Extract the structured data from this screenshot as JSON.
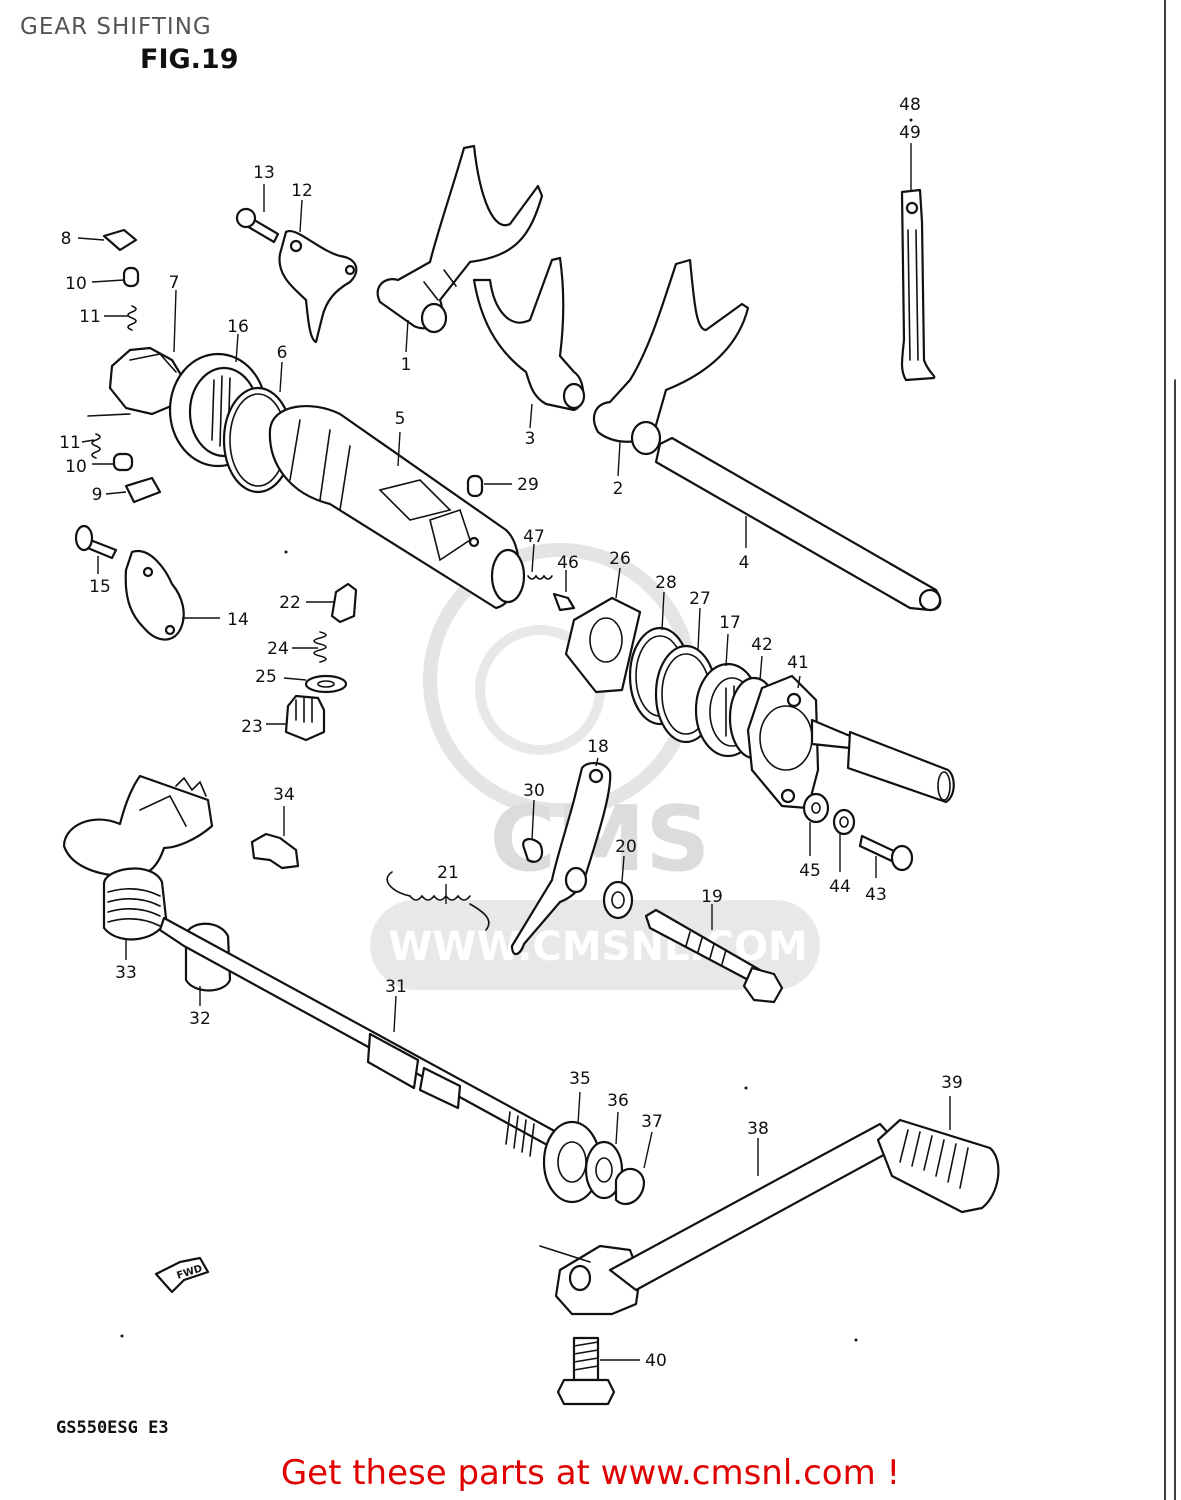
{
  "header": {
    "title": "GEAR SHIFTING",
    "figure": "FIG.19"
  },
  "model_code": "GS550ESG E3",
  "fwd_label": "FWD",
  "watermark": {
    "brand": "CMS",
    "url": "WWW.CMSNL.COM"
  },
  "footer": {
    "cta": "Get these parts at www.cmsnl.com !"
  },
  "callouts": {
    "c1": "1",
    "c2": "2",
    "c3": "3",
    "c4": "4",
    "c5": "5",
    "c6": "6",
    "c7": "7",
    "c8": "8",
    "c9": "9",
    "c10a": "10",
    "c10b": "10",
    "c11a": "11",
    "c11b": "11",
    "c12": "12",
    "c13": "13",
    "c14": "14",
    "c15": "15",
    "c16": "16",
    "c17": "17",
    "c18": "18",
    "c19": "19",
    "c20": "20",
    "c21": "21",
    "c22": "22",
    "c23": "23",
    "c24": "24",
    "c25": "25",
    "c26": "26",
    "c27": "27",
    "c28": "28",
    "c29": "29",
    "c30": "30",
    "c31": "31",
    "c32": "32",
    "c33": "33",
    "c34": "34",
    "c35": "35",
    "c36": "36",
    "c37": "37",
    "c38": "38",
    "c39": "39",
    "c40": "40",
    "c41": "41",
    "c42": "42",
    "c43": "43",
    "c44": "44",
    "c45": "45",
    "c46": "46",
    "c47": "47",
    "c48": "48",
    "c49": "49"
  }
}
